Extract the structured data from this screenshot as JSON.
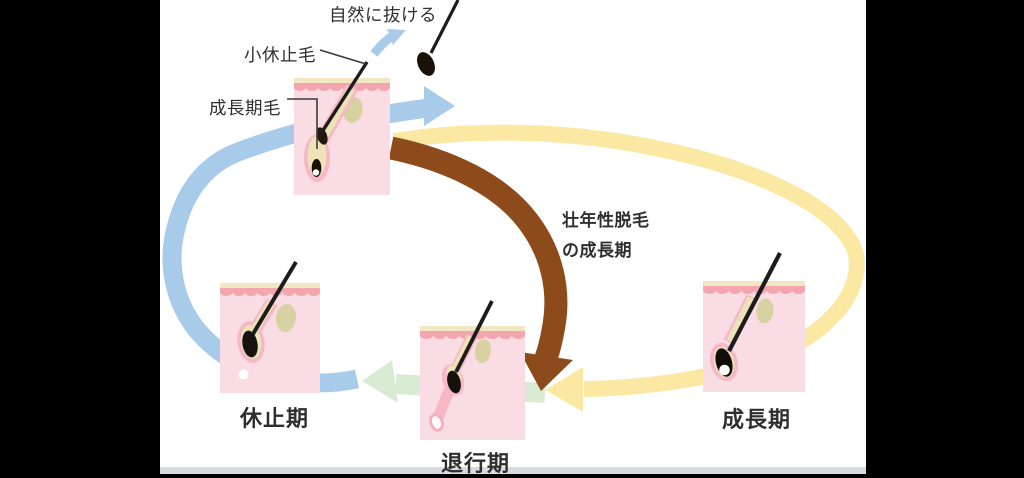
{
  "frame": {
    "pillar_color": "#000000",
    "content_bg": "#ffffff",
    "footer_bar_color": "#dadae2"
  },
  "labels": {
    "shed_naturally": "自然に抜ける",
    "small_resting_hair": "小休止毛",
    "anagen_hair": "成長期毛",
    "pattern_baldness_line1": "壮年性脱毛",
    "pattern_baldness_line2": "の成長期",
    "telogen": "休止期",
    "catagen": "退行期",
    "anagen": "成長期"
  },
  "colors": {
    "cycle_blue": "#a9cbea",
    "cycle_yellow": "#fbe9a3",
    "cycle_green": "#d9ecd3",
    "shortcut_brown": "#8d4a1b",
    "skin_body": "#fadce4",
    "epidermis_pink": "#f4a6ae",
    "surface_cream": "#f1e7c3",
    "gland_olive": "#d8d1a2",
    "sheath_pink": "#f5b8c4",
    "sheath_cream": "#ece3b8",
    "hair_black": "#1c1c1c",
    "text": "#2f2f2f"
  }
}
